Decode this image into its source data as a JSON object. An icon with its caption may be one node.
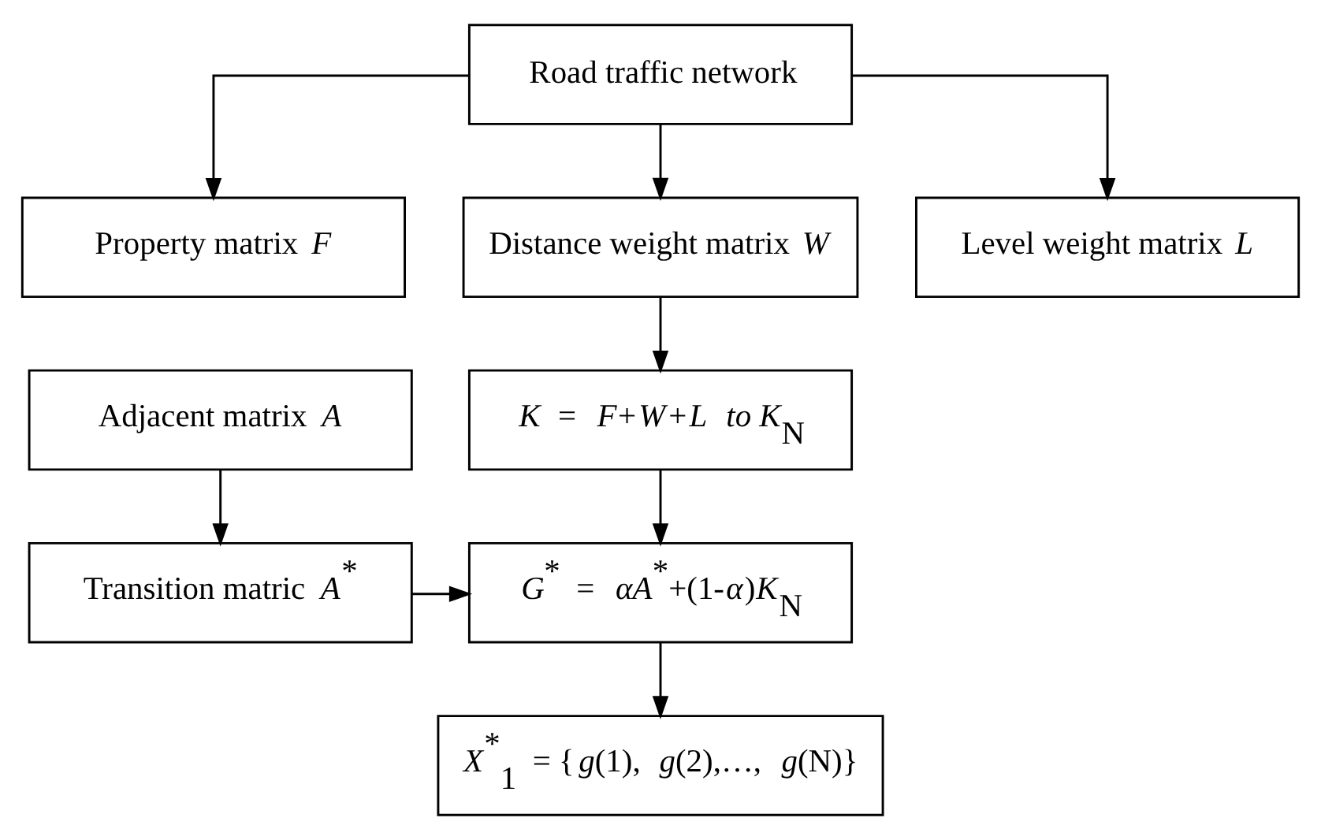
{
  "diagram": {
    "nodes": [
      {
        "text": [
          "Road traffic network"
        ]
      },
      {
        "text": [
          "Property matrix *F*"
        ]
      },
      {
        "text": [
          "Distance weight matrix *W*"
        ]
      },
      {
        "text": [
          "Level weight matrix *L*"
        ]
      },
      {
        "text": [
          "Adjacent matrix *A*"
        ]
      },
      {
        "text": [
          "*K* = *F*+*W*+*L*  *to K*$_{N}$"
        ]
      },
      {
        "text": [
          "Transition matric *A*$^{*}$"
        ]
      },
      {
        "text": [
          "*G*$^{*}$ = *αA*$^{*}$+(1-*α*)*K*$_{N}$"
        ]
      },
      {
        "text": [
          "*X*$^{*}$$_{1}$ = {*g*(1), *g*(2),…, *g*(N)}"
        ]
      }
    ],
    "edges": [
      {
        "from": 0,
        "to": 1,
        "arrow": "to"
      },
      {
        "from": 0,
        "to": 2,
        "arrow": "to"
      },
      {
        "from": 0,
        "to": 3,
        "arrow": "to"
      },
      {
        "from": 2,
        "to": 5,
        "arrow": "to"
      },
      {
        "from": 4,
        "to": 6,
        "arrow": "to"
      },
      {
        "from": 5,
        "to": 7,
        "arrow": "to"
      },
      {
        "from": 6,
        "to": 7,
        "arrow": "to"
      },
      {
        "from": 7,
        "to": 8,
        "arrow": "to"
      }
    ]
  }
}
